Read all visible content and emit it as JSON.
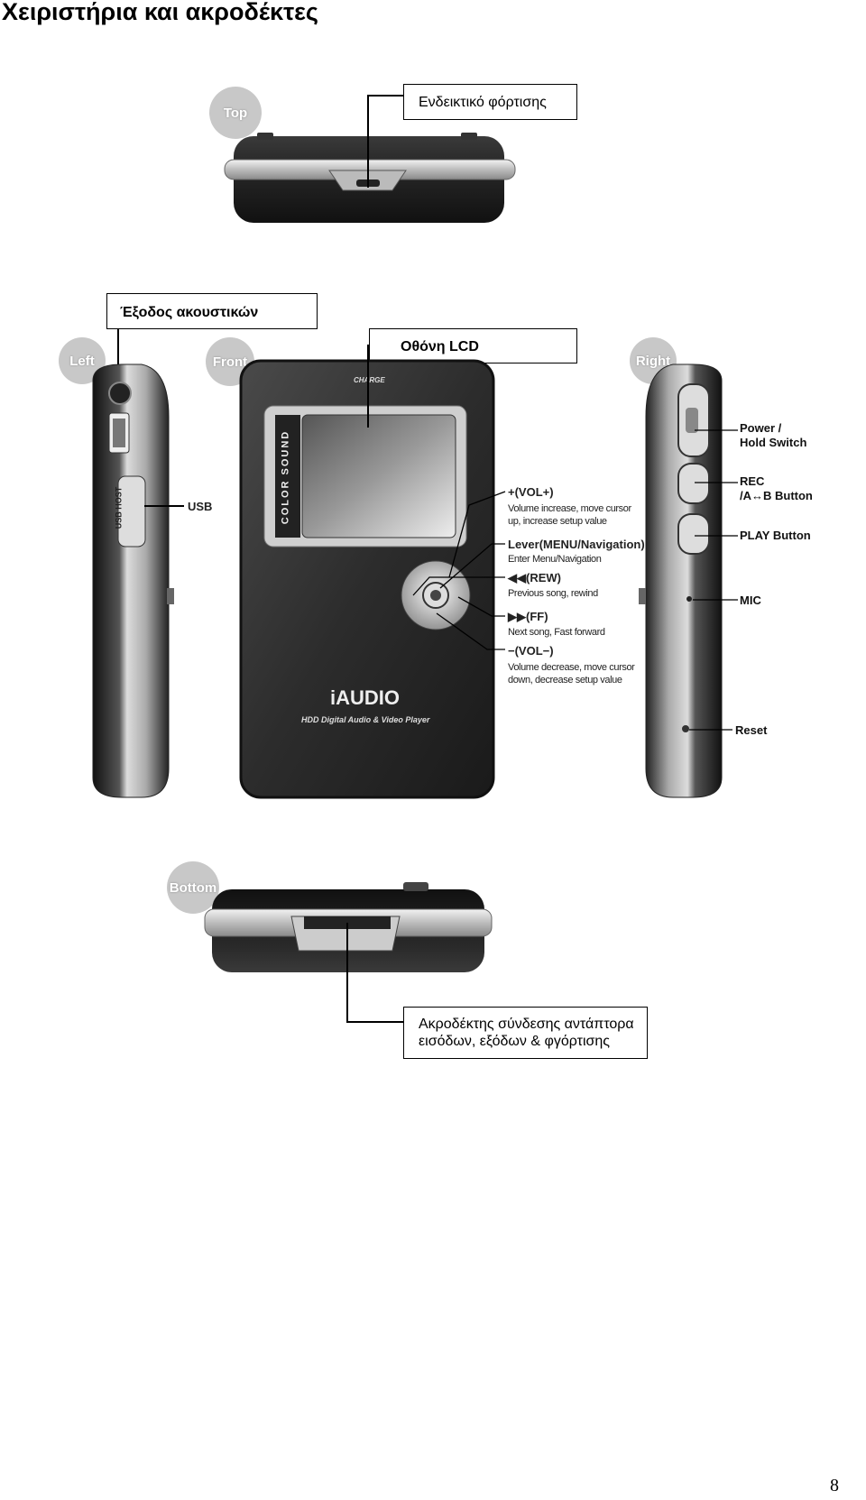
{
  "page": {
    "title": "Χειριστήρια και ακροδέκτες",
    "page_number": "8"
  },
  "views": {
    "top": "Top",
    "left": "Left",
    "front": "Front",
    "right": "Right",
    "bottom": "Bottom"
  },
  "callouts": {
    "charge_indicator": "Ενδεικτικό φόρτισης",
    "headphone_out": "Έξοδος ακουστικών",
    "lcd_screen": "Οθόνη LCD",
    "connector_line1": "Ακροδέκτης σύνδεσης αντάπτορα",
    "connector_line2": "εισόδων, εξόδων & φγόρτισης"
  },
  "device": {
    "charge_text": "CHARGE",
    "color_sound": "COLOR SOUND",
    "brand": "iAUDIO",
    "tagline": "HDD Digital Audio & Video Player",
    "usb_host": "USB HOST"
  },
  "front_labels": {
    "usb": "USB",
    "vol_plus": "+(VOL+)",
    "vol_plus_desc1": "Volume increase, move cursor",
    "vol_plus_desc2": "up, increase setup value",
    "lever": "Lever(MENU/Navigation)",
    "lever_desc": "Enter Menu/Navigation",
    "rew": "◀◀(REW)",
    "rew_desc": "Previous song, rewind",
    "ff": "▶▶(FF)",
    "ff_desc": "Next song, Fast forward",
    "vol_minus": "−(VOL−)",
    "vol_minus_desc1": "Volume decrease, move cursor",
    "vol_minus_desc2": "down, decrease setup value"
  },
  "right_labels": {
    "power_line1": "Power /",
    "power_line2": "Hold Switch",
    "rec_line1": "REC",
    "rec_line2": "/A↔B Button",
    "play": "PLAY Button",
    "mic": "MIC",
    "reset": "Reset"
  }
}
